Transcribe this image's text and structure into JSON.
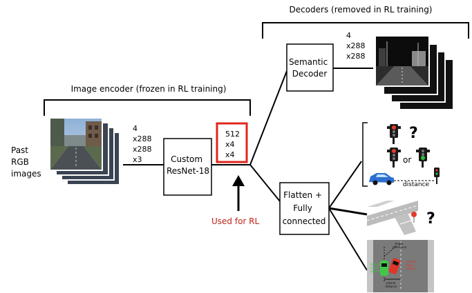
{
  "colors": {
    "line": "#000000",
    "highlight": "#e0251c",
    "used_for_rl": "#c0221a",
    "car_blue": "#2d6fd1",
    "traffic_red": "#e53b2c",
    "traffic_green": "#2fbf3a",
    "agent_green": "#43c64a"
  },
  "icons": [
    "traffic-light-red-icon",
    "question-mark-icon",
    "traffic-light-green-icon",
    "blue-car-icon",
    "stop-sign-icon",
    "red-car-icon",
    "green-car-icon"
  ],
  "past_images_label": [
    "Past",
    "RGB",
    "images"
  ],
  "input_dims": [
    "4",
    "x288",
    "x288",
    "x3"
  ],
  "encoder_bracket_label": "Image encoder (frozen in RL training)",
  "encoder_box": [
    "Custom",
    "ResNet-18"
  ],
  "feature_dims": [
    "512",
    "x4",
    "x4"
  ],
  "used_for_rl": "Used for RL",
  "decoder_bracket_label": "Decoders (removed in RL training)",
  "decoder_box": [
    "Semantic",
    "Decoder"
  ],
  "decoder_dims": [
    "4",
    "x288",
    "x288"
  ],
  "head_box": [
    "Flatten +",
    "Fully",
    "connected"
  ],
  "traffic_or": "or",
  "distance_label": "distance",
  "lane_labels": {
    "angle": [
      "Angle",
      "difference"
    ],
    "current": [
      "Current",
      "agent",
      "position"
    ],
    "optimal": [
      "Optimal",
      "agent",
      "position"
    ],
    "lateral": [
      "Lateral",
      "distance"
    ]
  }
}
